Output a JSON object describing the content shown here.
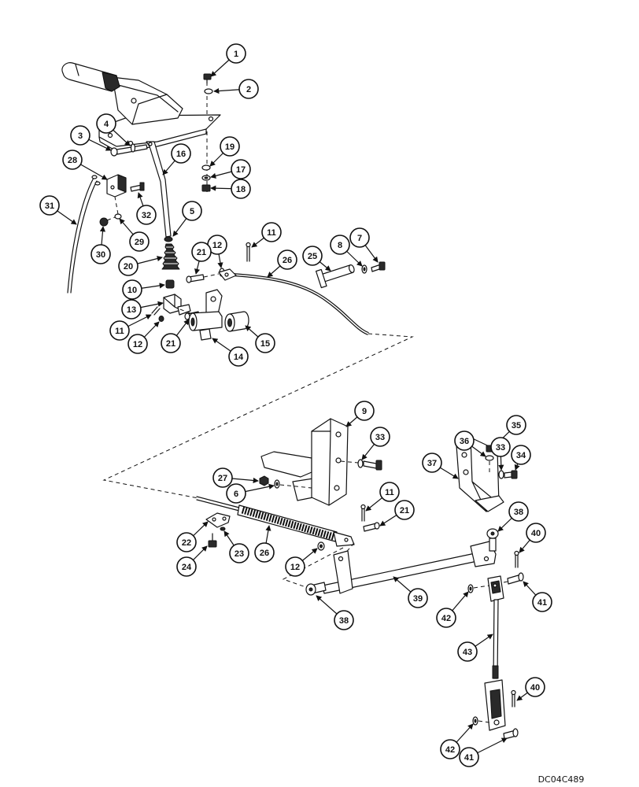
{
  "diagram": {
    "callouts": [
      "1",
      "2",
      "3",
      "4",
      "16",
      "19",
      "17",
      "18",
      "28",
      "31",
      "32",
      "5",
      "29",
      "30",
      "11",
      "12",
      "21",
      "26",
      "25",
      "8",
      "7",
      "20",
      "10",
      "13",
      "11",
      "12",
      "21",
      "15",
      "14",
      "9",
      "33",
      "35",
      "36",
      "33",
      "34",
      "37",
      "27",
      "6",
      "11",
      "21",
      "38",
      "40",
      "22",
      "23",
      "26",
      "24",
      "12",
      "39",
      "38",
      "42",
      "41",
      "43",
      "40",
      "42",
      "41"
    ],
    "reference_code": "DC04C489"
  },
  "colors": {
    "ink": "#111111",
    "paper": "#ffffff"
  }
}
